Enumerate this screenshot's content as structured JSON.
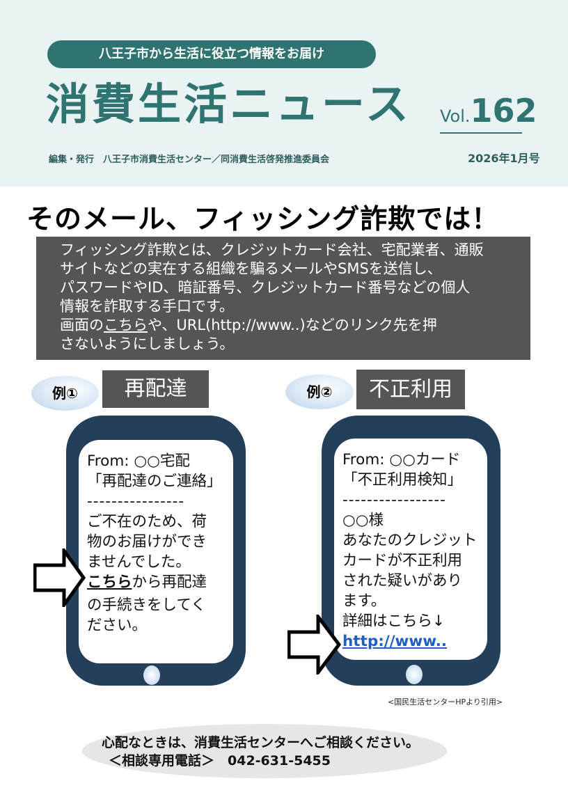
{
  "header": {
    "tagline": "八王子市から生活に役立つ情報をお届け",
    "title": "消費生活ニュース",
    "vol_prefix": "Vol.",
    "vol_number": "162",
    "credit": "編集・発行　八王子市消費生活センター／同消費生活啓発推進委員会",
    "date": "2026年1月号"
  },
  "headline": "そのメール、フィッシング詐欺では！",
  "description": {
    "lines": [
      "フィッシング詐欺とは、クレジットカード会社、宅配業者、通販",
      "サイトなどの実在する組織を騙るメールやSMSを送信し、",
      "パスワードやID、暗証番号、クレジットカード番号などの個人",
      "情報を詐取する手口です。"
    ],
    "line5_pre": "画面の",
    "line5_link": "こちら",
    "line5_post": "や、URL(http://www..)などのリンク先を押",
    "line6": "さないようにしましょう。"
  },
  "examples": [
    {
      "badge": "例①",
      "label": "再配達",
      "from": "From: ○○宅配",
      "subject": "「再配達のご連絡」",
      "dash": "----------------",
      "body": [
        "ご不在のため、荷",
        "物のお届けができ",
        "ませんでした。"
      ],
      "link": "こちら",
      "after_link": "から再配達",
      "body2": [
        "の手続きをしてく",
        "ださい。"
      ]
    },
    {
      "badge": "例②",
      "label": "不正利用",
      "from": "From: ○○カード",
      "subject": "「不正利用検知」",
      "dash": "-----------------",
      "body": [
        "○○様",
        "あなたのクレジット",
        "カードが不正利用",
        "された疑いがあり",
        "ます。",
        "詳細はこちら↓"
      ],
      "link": "http://www.."
    }
  ],
  "citation": "<国民生活センターHPより引用>",
  "footer": {
    "line1": "心配なときは、消費生活センターへご相談ください。",
    "line2": "＜相談専用電話＞　042-631-5455"
  }
}
